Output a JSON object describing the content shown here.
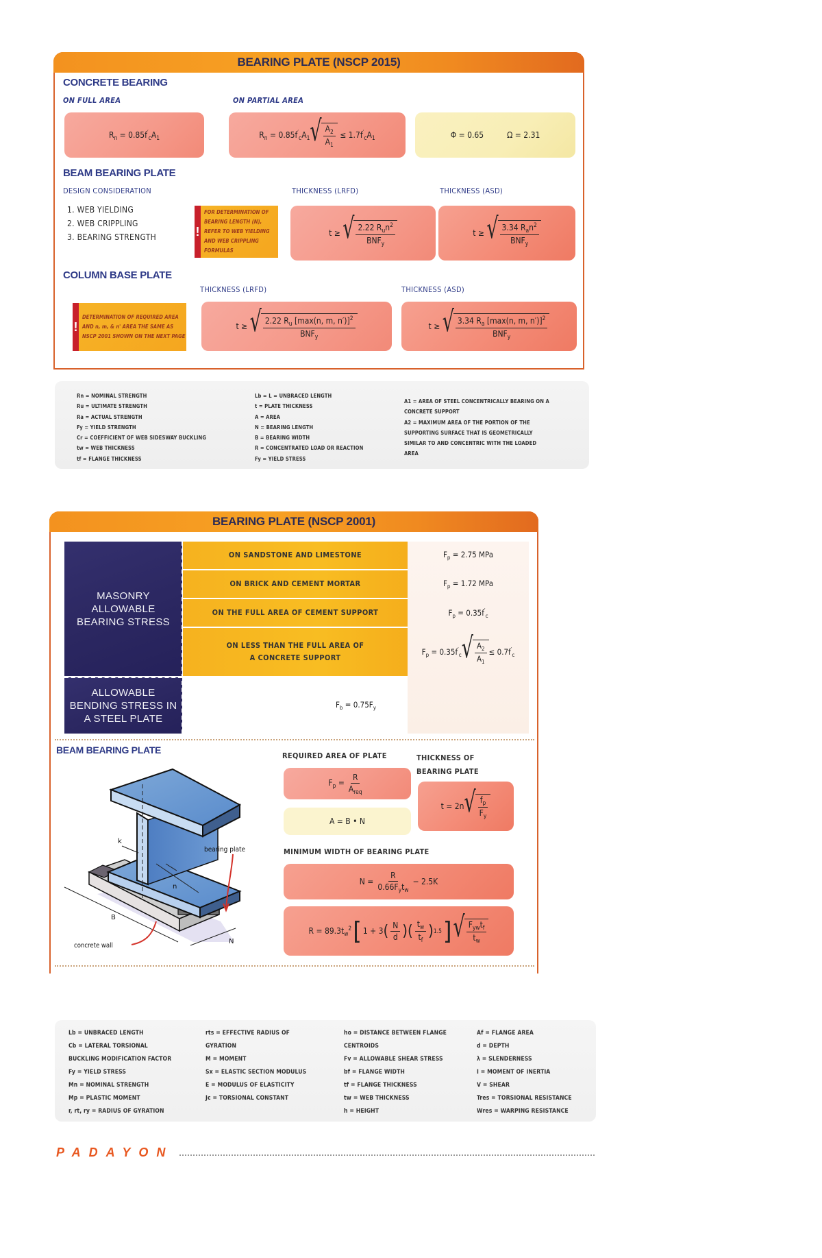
{
  "panel_2015": {
    "title": "BEARING PLATE (NSCP 2015)",
    "concrete_bearing": {
      "title": "CONCRETE BEARING",
      "full_area_label": "ON FULL AREA",
      "partial_area_label": "ON PARTIAL AREA",
      "full_area_formula": "Rn = 0.85f'c A1",
      "partial_area_formula": "Rn = 0.85f'c A1 √(A2/A1) ≤ 1.7f'c A1",
      "phi": "Φ = 0.65",
      "omega": "Ω = 2.31"
    },
    "beam_bearing_plate": {
      "title": "BEAM BEARING PLATE",
      "design_label": "DESIGN CONSIDERATION",
      "considerations": [
        "1. WEB YIELDING",
        "2. WEB CRIPPLING",
        "3. BEARING STRENGTH"
      ],
      "note": "FOR DETERMINATION OF BEARING LENGTH (N), REFER TO WEB YIELDING AND WEB CRIPPLING FORMULAS",
      "lrfd_label": "THICKNESS (LRFD)",
      "asd_label": "THICKNESS (ASD)",
      "lrfd_formula": "t ≥ √(2.22 Ru n² / BNFy)",
      "asd_formula": "t ≥ √(3.34 Ra n² / BNFy)"
    },
    "column_base_plate": {
      "title": "COLUMN BASE PLATE",
      "note": "DETERMINATION OF REQUIRED AREA AND n, m, & n' AREA THE SAME AS NSCP 2001 SHOWN ON THE NEXT PAGE",
      "lrfd_label": "THICKNESS (LRFD)",
      "asd_label": "THICKNESS (ASD)",
      "lrfd_formula": "t ≥ √(2.22 Ru [max(n, m, n')]² / BNFy)",
      "asd_formula": "t ≥ √(3.34 Ra [max(n, m, n')]² / BNFy)"
    }
  },
  "legend_2015": {
    "col1": [
      "Rn = NOMINAL STRENGTH",
      "Ru = ULTIMATE STRENGTH",
      "Ra = ACTUAL STRENGTH",
      "Fy = YIELD STRENGTH",
      "Cr = COEFFICIENT OF WEB SIDESWAY BUCKLING",
      "tw = WEB THICKNESS",
      "tf = FLANGE THICKNESS"
    ],
    "col2": [
      "Lb = L = UNBRACED LENGTH",
      "t = PLATE THICKNESS",
      "A = AREA",
      "N = BEARING LENGTH",
      "B = BEARING WIDTH",
      "R = CONCENTRATED LOAD OR REACTION",
      "Fy = YIELD STRESS"
    ],
    "col3": [
      "A1 = AREA OF STEEL CONCENTRICALLY BEARING ON A",
      "CONCRETE SUPPORT",
      "A2 = MAXIMUM AREA OF THE PORTION OF THE",
      "SUPPORTING SURFACE THAT IS GEOMETRICALLY",
      "SIMILAR TO AND CONCENTRIC WITH THE LOADED",
      "AREA"
    ]
  },
  "panel_2001": {
    "title": "BEARING PLATE (NSCP 2001)",
    "masonry_label": "MASONRY ALLOWABLE BEARING STRESS",
    "masonry_rows": [
      {
        "condition": "ON SANDSTONE AND LIMESTONE",
        "value": "Fp = 2.75 MPa"
      },
      {
        "condition": "ON BRICK AND CEMENT MORTAR",
        "value": "Fp = 1.72 MPa"
      },
      {
        "condition": "ON THE FULL AREA OF CEMENT SUPPORT",
        "value": "Fp = 0.35f'c"
      },
      {
        "condition": "ON LESS THAN THE FULL AREA OF A CONCRETE SUPPORT",
        "value": "Fp = 0.35f'c √(A2/A1) ≤ 0.7f'c"
      }
    ],
    "bending_label": "ALLOWABLE BENDING STRESS IN A STEEL PLATE",
    "bending_value": "Fb = 0.75Fy",
    "beam_bearing_plate": {
      "title": "BEAM BEARING PLATE",
      "required_area_label": "REQUIRED AREA OF PLATE",
      "required_area_formula": "Fp = R / Areq",
      "area_formula": "A = B • N",
      "thickness_label": "THICKNESS OF BEARING PLATE",
      "thickness_formula": "t = 2n √(fp/Fy)",
      "min_width_label": "MINIMUM WIDTH OF BEARING PLATE",
      "min_width_formula": "N = R / (0.66Fy tw) − 2.5K",
      "r_formula": "R = 89.3tw² [1 + 3(N/d)(tw/tf)^1.5] √(Fyw tf / tw)",
      "diagram_labels": {
        "k": "k",
        "n": "n",
        "B": "B",
        "N": "N",
        "bearing_plate": "bearing plate",
        "concrete_wall": "concrete wall"
      }
    }
  },
  "legend_2001": {
    "col1": [
      "Lb = UNBRACED LENGTH",
      "Cb = LATERAL TORSIONAL",
      "BUCKLING MODIFICATION FACTOR",
      "Fy = YIELD STRESS",
      "Mn = NOMINAL STRENGTH",
      "Mp = PLASTIC MOMENT",
      "r, rt, ry = RADIUS OF GYRATION"
    ],
    "col2": [
      "rts = EFFECTIVE RADIUS OF",
      "GYRATION",
      "M = MOMENT",
      "Sx = ELASTIC SECTION MODULUS",
      "E = MODULUS OF ELASTICITY",
      "Jc = TORSIONAL CONSTANT"
    ],
    "col3": [
      "ho = DISTANCE BETWEEN FLANGE",
      "CENTROIDS",
      "Fv = ALLOWABLE SHEAR STRESS",
      "bf = FLANGE WIDTH",
      "tf = FLANGE THICKNESS",
      "tw = WEB THICKNESS",
      "h = HEIGHT"
    ],
    "col4": [
      "Af = FLANGE AREA",
      "d = DEPTH",
      "λ = SLENDERNESS",
      "I = MOMENT OF INERTIA",
      "V = SHEAR",
      "Tres = TORSIONAL RESISTANCE",
      "Wres = WARPING RESISTANCE"
    ]
  },
  "footer": {
    "brand": "PADAYON"
  },
  "colors": {
    "orange": "#f39a21",
    "border": "#d8612a",
    "navy": "#2e3a87",
    "pink": "#f59a8b",
    "yellow": "#f8eeb6",
    "amber": "#f6b21f",
    "red_bar": "#c8202b",
    "masonry_navy": "#2c2862",
    "brand": "#e8571f"
  }
}
